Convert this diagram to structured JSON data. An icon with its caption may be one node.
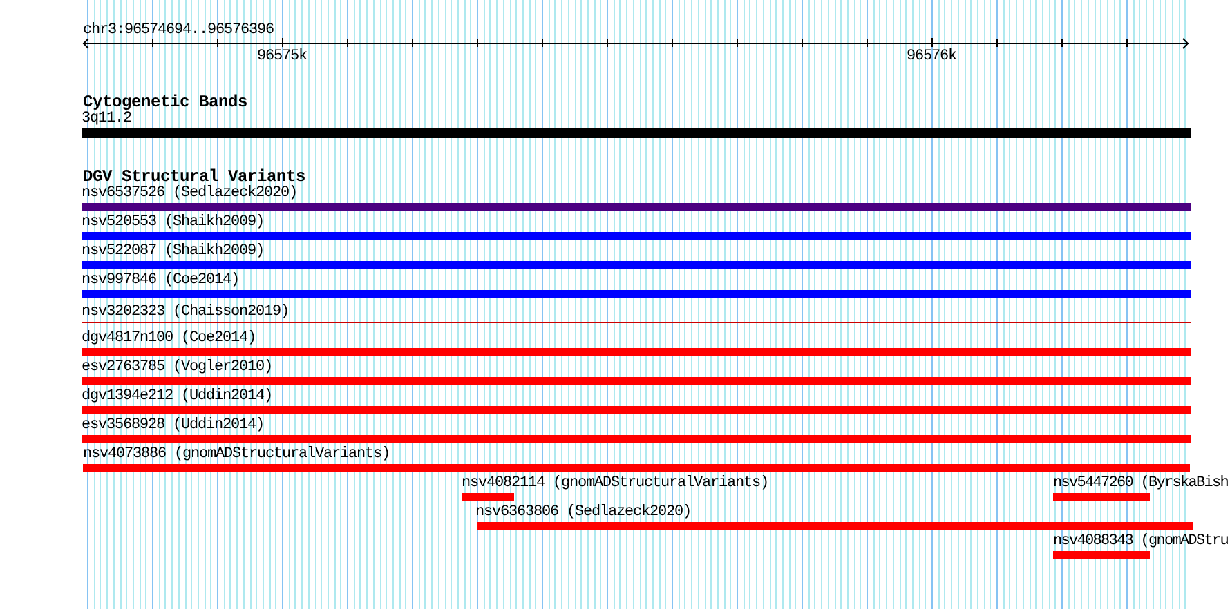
{
  "diagram": {
    "nodes": [
      {
        "text": [
          "3q11.2"
        ]
      },
      {
        "text": [
          "nsv6537526 (Sedlazeck2020)"
        ]
      },
      {
        "text": [
          "nsv520553 (Shaikh2009)"
        ]
      },
      {
        "text": [
          "nsv522087 (Shaikh2009)"
        ]
      },
      {
        "text": [
          "nsv997846 (Coe2014)"
        ]
      },
      {
        "text": [
          "nsv3202323 (Chaisson2019)"
        ]
      },
      {
        "text": [
          "dgv4817n100 (Coe2014)"
        ]
      },
      {
        "text": [
          "esv2763785 (Vogler2010)"
        ]
      },
      {
        "text": [
          "dgv1394e212 (Uddin2014)"
        ]
      },
      {
        "text": [
          "esv3568928 (Uddin2014)"
        ]
      },
      {
        "text": [
          "nsv4073886 (gnomADStructuralVariants)"
        ]
      },
      {
        "text": [
          "nsv4082114 (gnomADStructuralVariants)"
        ]
      },
      {
        "text": [
          "nsv5447260 (ByrskaBish"
        ]
      },
      {
        "text": [
          "nsv6363806 (Sedlazeck2020)"
        ]
      },
      {
        "text": [
          "nsv4088343 (gnomADStru"
        ]
      }
    ],
    "labels": [
      "chr3:96574694..96576396",
      "96575k",
      "96576k",
      "Cytogenetic Bands",
      "DGV Structural Variants"
    ]
  }
}
